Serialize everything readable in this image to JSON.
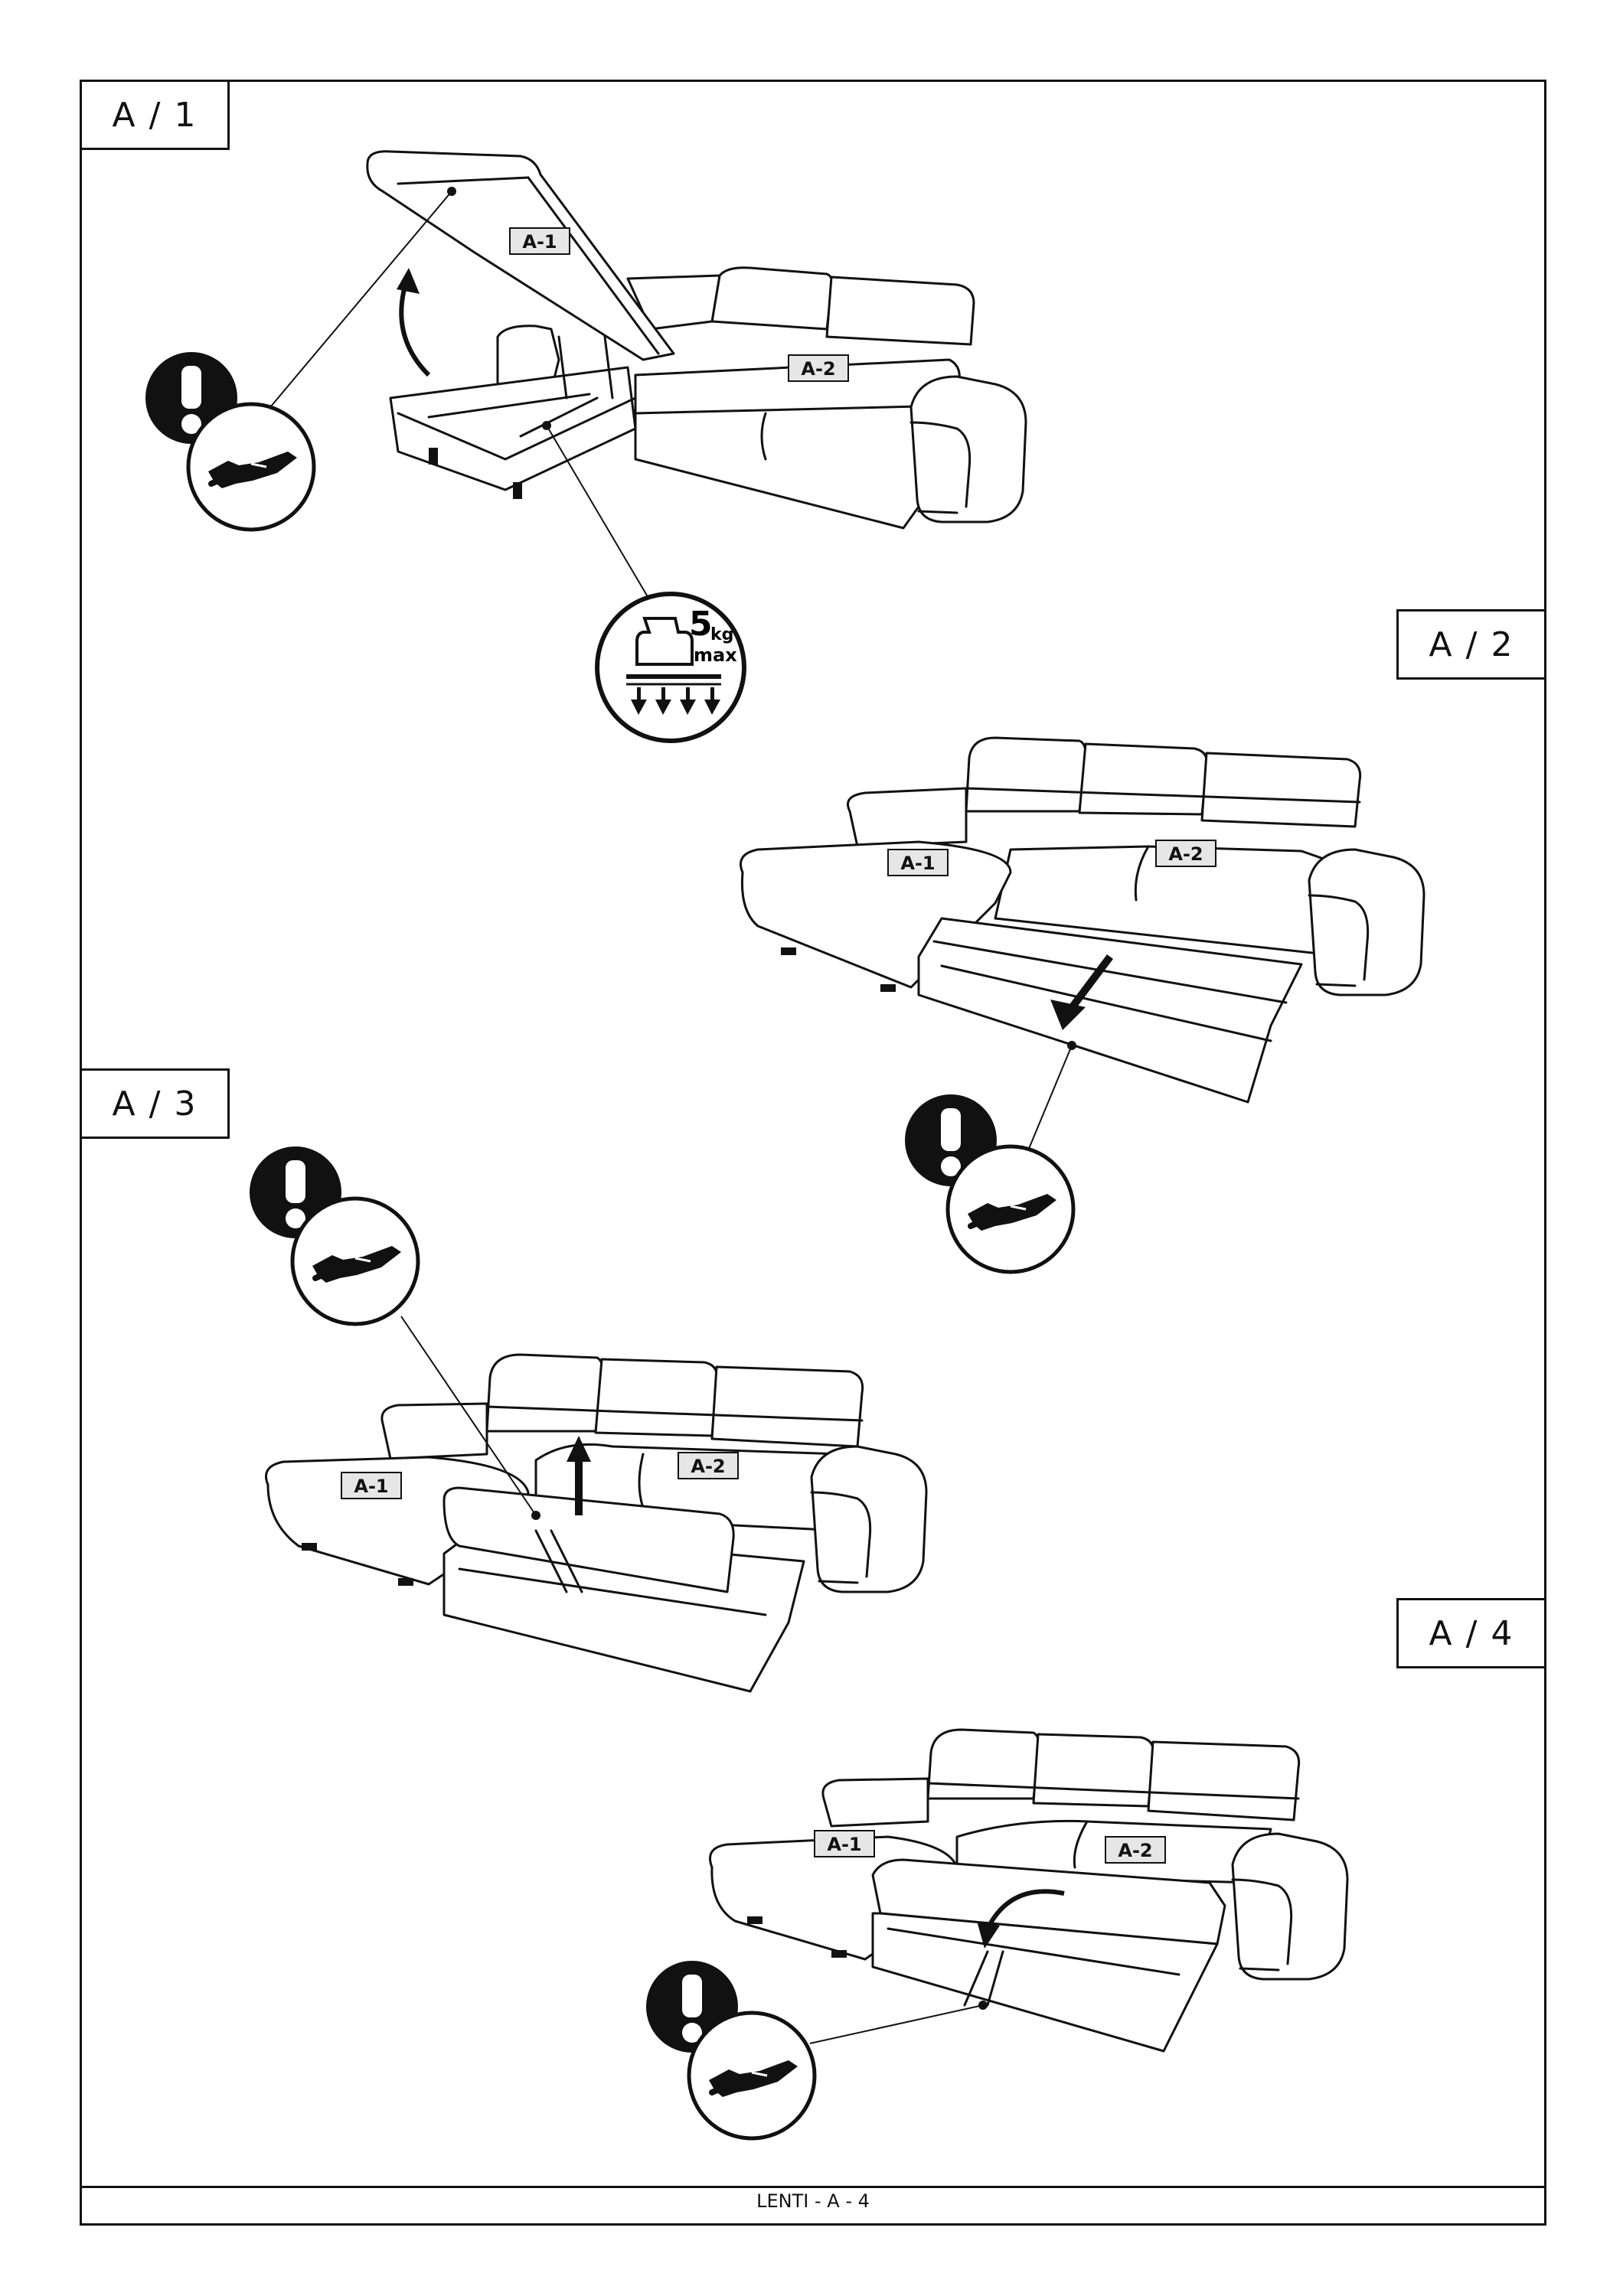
{
  "steps": {
    "a1": "A / 1",
    "a2": "A / 2",
    "a3": "A / 3",
    "a4": "A / 4"
  },
  "part_labels": {
    "a1": "A-1",
    "a2": "A-2"
  },
  "weight_badge": {
    "value": "5",
    "unit": "kg",
    "limit": "max"
  },
  "icons": [
    "warning-exclamation-icon",
    "hand-icon",
    "weight-limit-icon",
    "arrow-icon"
  ],
  "footer": {
    "text": "LENTI - A - 4"
  }
}
